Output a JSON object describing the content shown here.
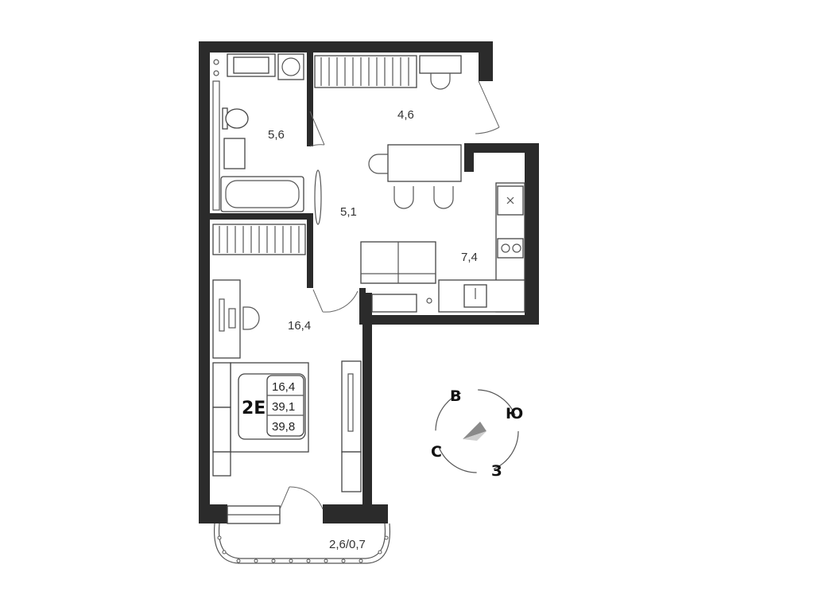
{
  "rooms": {
    "bathroom_area": "5,6",
    "entry_area": "4,6",
    "hall_area": "5,1",
    "kitchen_area": "7,4",
    "living_area": "16,4",
    "balcony_area": "2,6/0,7"
  },
  "badge": {
    "code": "2E",
    "living": "16,4",
    "total": "39,1",
    "total_with_balcony": "39,8"
  },
  "compass": {
    "north": "С",
    "east": "В",
    "south": "Ю",
    "west": "З"
  },
  "colors": {
    "wall": "#2b2b2b",
    "line": "#555555",
    "compass_dark": "#8a8a8a",
    "compass_light": "#cfcfcf"
  }
}
